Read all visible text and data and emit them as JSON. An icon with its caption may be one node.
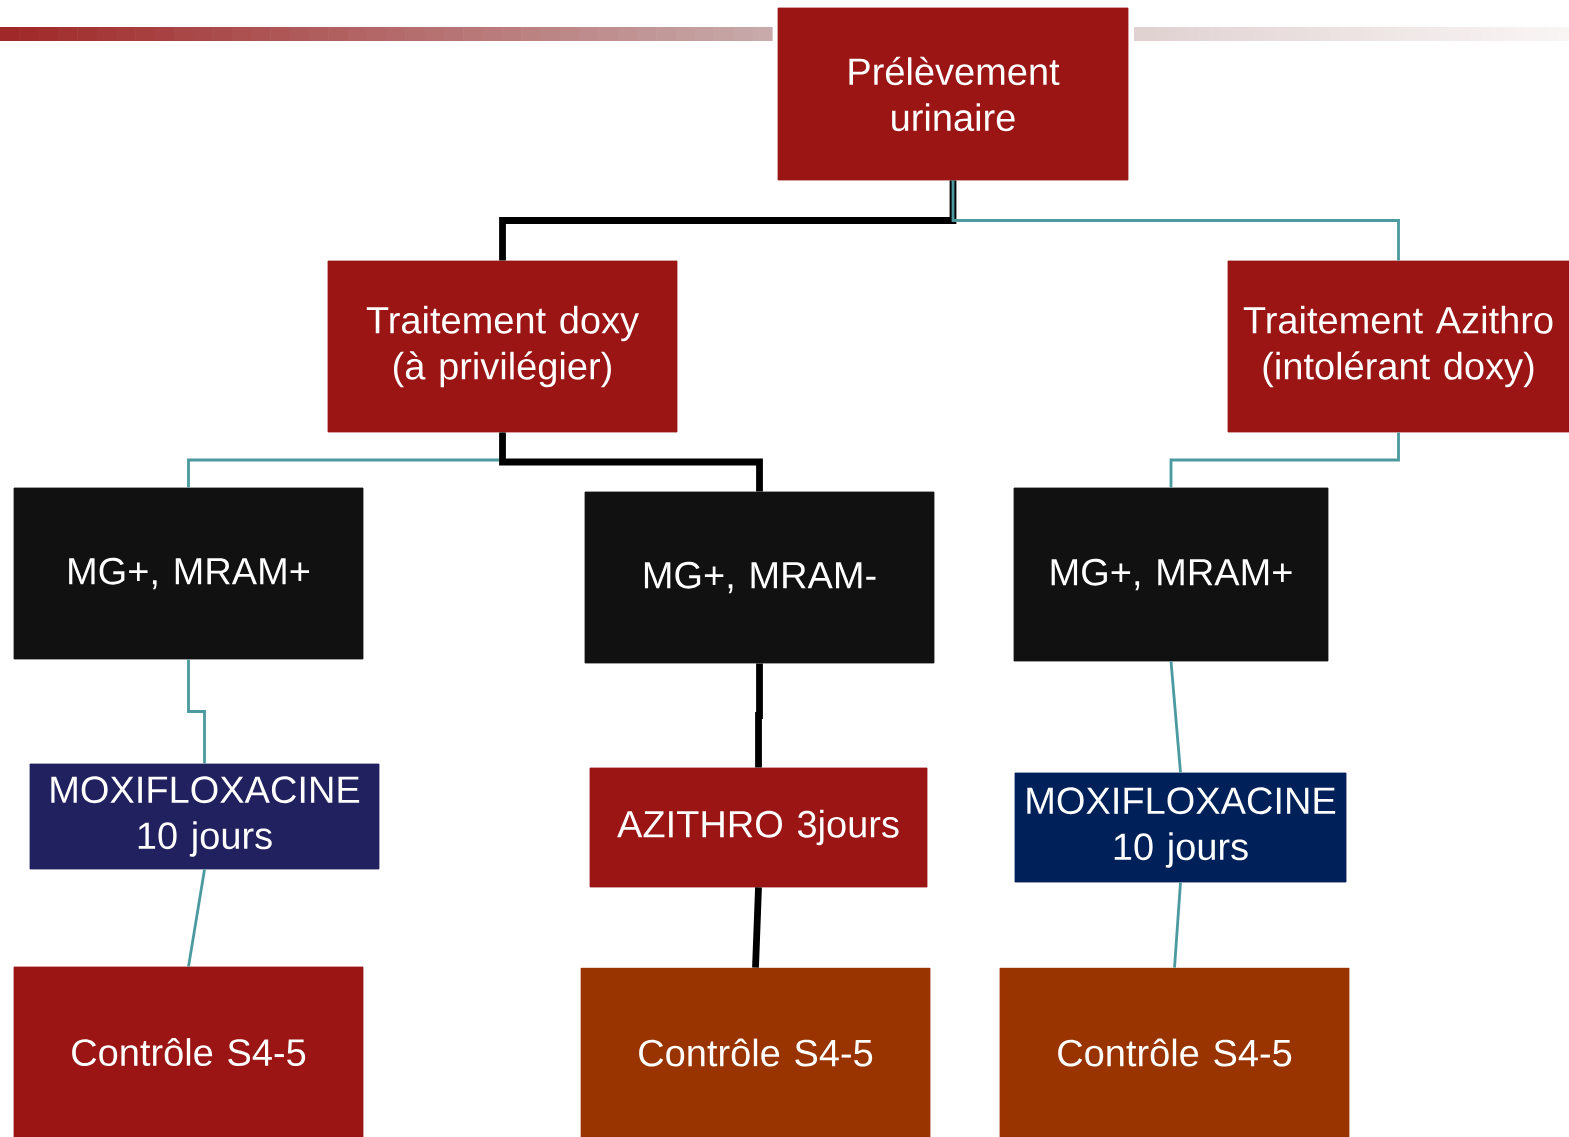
{
  "diagram": {
    "nodes": [
      {
        "text": [
          "Prélèvement urinaire"
        ]
      },
      {
        "text": [
          "Traitement doxy (à privilégier)"
        ]
      },
      {
        "text": [
          "Traitement Azithro (intolérant doxy)"
        ]
      },
      {
        "text": [
          "MG+, MRAM+"
        ]
      },
      {
        "text": [
          "MG+, MRAM-"
        ]
      },
      {
        "text": [
          "MG+, MRAM+"
        ]
      },
      {
        "text": [
          "MOXIFLOXACINE 10 jours"
        ]
      },
      {
        "text": [
          "AZITHRO 3jours"
        ]
      },
      {
        "text": [
          "MOXIFLOXACINE 10 jours"
        ]
      },
      {
        "text": [
          "Contrôle S4-5"
        ]
      },
      {
        "text": [
          "Contrôle S4-5"
        ]
      },
      {
        "text": [
          "Contrôle S4-5"
        ]
      }
    ],
    "edges": [
      {
        "from": 0,
        "to": 1,
        "arrow": "none",
        "style": "thick",
        "color": "#000000"
      },
      {
        "from": 0,
        "to": 2,
        "arrow": "none"
      },
      {
        "from": 1,
        "to": 3,
        "arrow": "none"
      },
      {
        "from": 1,
        "to": 4,
        "arrow": "none",
        "style": "thick",
        "color": "#000000"
      },
      {
        "from": 2,
        "to": 5,
        "arrow": "none"
      },
      {
        "from": 3,
        "to": 6,
        "arrow": "none"
      },
      {
        "from": 4,
        "to": 7,
        "arrow": "none",
        "style": "thick",
        "color": "#000000"
      },
      {
        "from": 5,
        "to": 8,
        "arrow": "none"
      },
      {
        "from": 6,
        "to": 9,
        "arrow": "none"
      },
      {
        "from": 7,
        "to": 10,
        "arrow": "none",
        "style": "thick",
        "color": "#000000"
      },
      {
        "from": 8,
        "to": 11,
        "arrow": "none"
      }
    ]
  }
}
